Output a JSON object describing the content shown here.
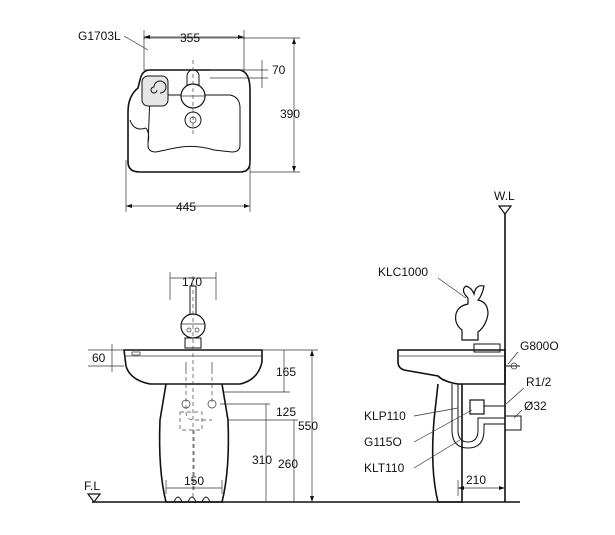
{
  "labels": {
    "model_top": "G1703L",
    "wl": "W.L",
    "fl": "F.L",
    "faucet": "KLC1000",
    "valve": "G800O",
    "pipe_size": "R1/2",
    "diameter": "Ø32",
    "pipe1": "KLP110",
    "pipe2": "G115O",
    "trap": "KLT110"
  },
  "dimensions": {
    "top_width": "355",
    "top_offset": "70",
    "top_depth": "390",
    "overall_width": "445",
    "faucet_spacing": "170",
    "rim_height": "60",
    "basin_depth": "165",
    "drain_offset": "125",
    "overall_height": "550",
    "supply_height": "310",
    "drain_height": "260",
    "pedestal_width": "150",
    "wall_offset": "210"
  }
}
